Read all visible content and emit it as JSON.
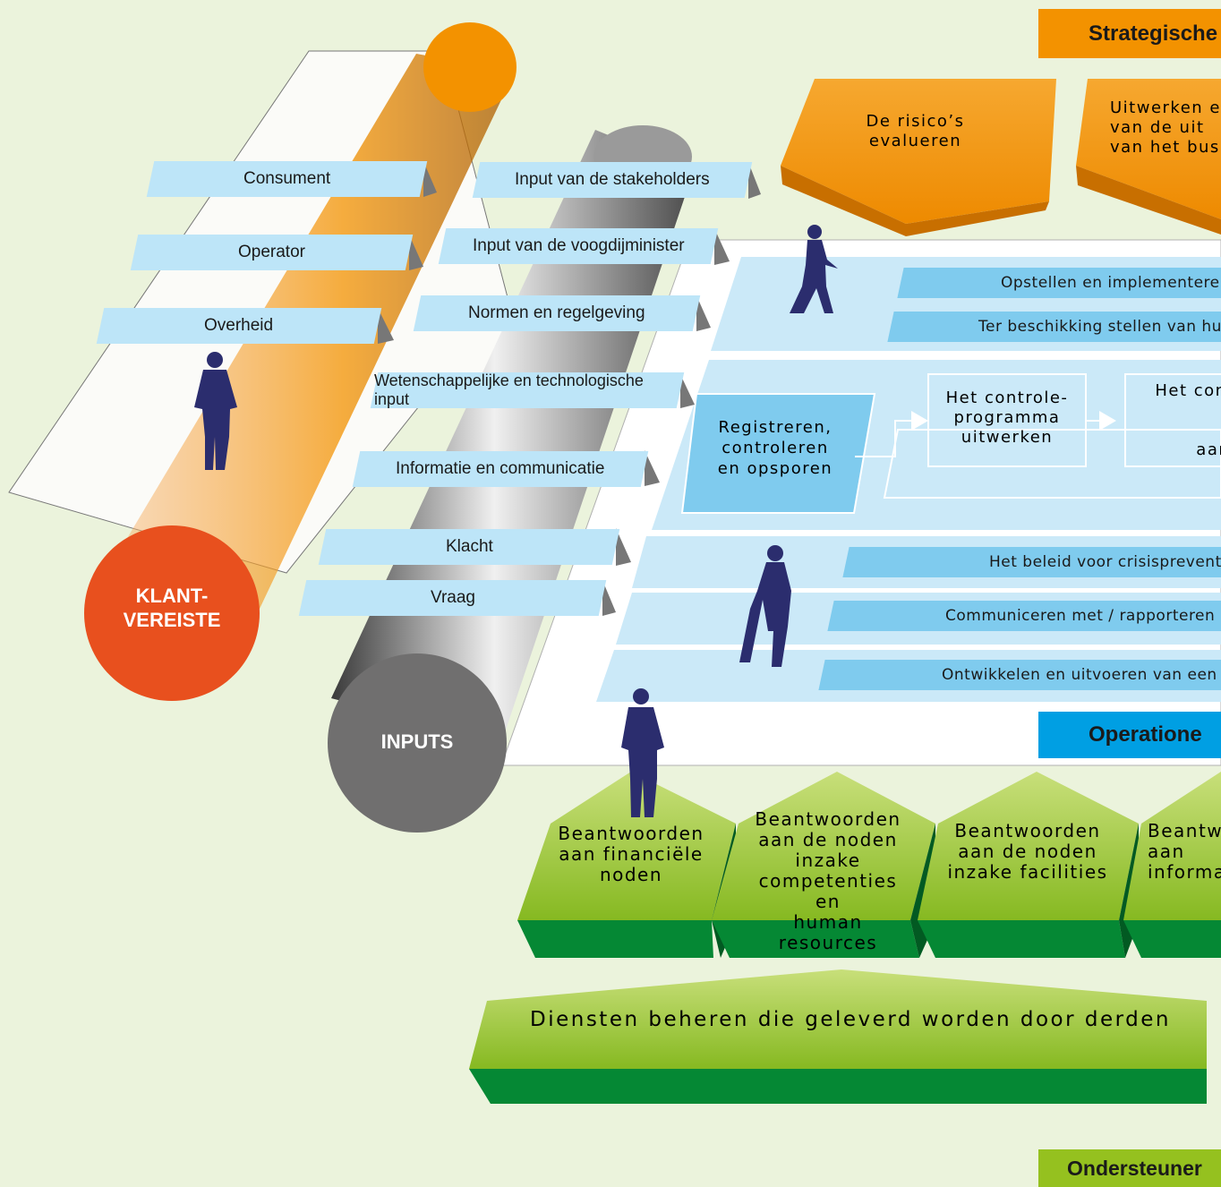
{
  "headers": {
    "strategic": "Strategische",
    "operational": "Operatione",
    "support": "Ondersteuner"
  },
  "circles": {
    "klant": "KLANT-\nVEREISTE",
    "inputs": "INPUTS"
  },
  "customer_tabs": [
    "Consument",
    "Operator",
    "Overheid"
  ],
  "input_tabs": [
    "Input van de stakeholders",
    "Input van de voogdijminister",
    "Normen en regelgeving",
    "Wetenschappelijke en technologische input",
    "Informatie en communicatie",
    "Klacht",
    "Vraag"
  ],
  "strategic_boxes": [
    "De risico’s\nevalueren",
    "Uitwerken e\nvan de uit\nvan het bus"
  ],
  "operational_bars_top": [
    "Opstellen en implementeren",
    "Ter beschikking stellen van hul"
  ],
  "control_flow": {
    "start": "Registreren,\ncontroleren\nen opsporen",
    "step1": "Het controle-\nprogramma\nuitwerken",
    "step2": "Het contr\nin\n\naan l"
  },
  "operational_bars_bottom": [
    "Het beleid voor crisispreventie",
    "Communiceren met / rapporteren a",
    "Ontwikkelen en uitvoeren van een s"
  ],
  "support_boxes": [
    "Beantwoorden\naan financiële\nnoden",
    "Beantwoorden\naan de noden\ninzake\ncompetenties en\nhuman resources",
    "Beantwoorden\naan de noden\ninzake facilities",
    "Beantw\naan\ninformat"
  ],
  "third_party": "Diensten beheren die geleverd worden door derden",
  "colors": {
    "background": "#ebf3dc",
    "strategic_orange": "#f39200",
    "operational_blue": "#009fe3",
    "support_green": "#95c11f",
    "band_light": "#cbe9f8",
    "bar_blue": "#7fcbee",
    "klant_red": "#e8501e",
    "inputs_gray": "#706f6f",
    "figure_navy": "#2b2d6e"
  }
}
